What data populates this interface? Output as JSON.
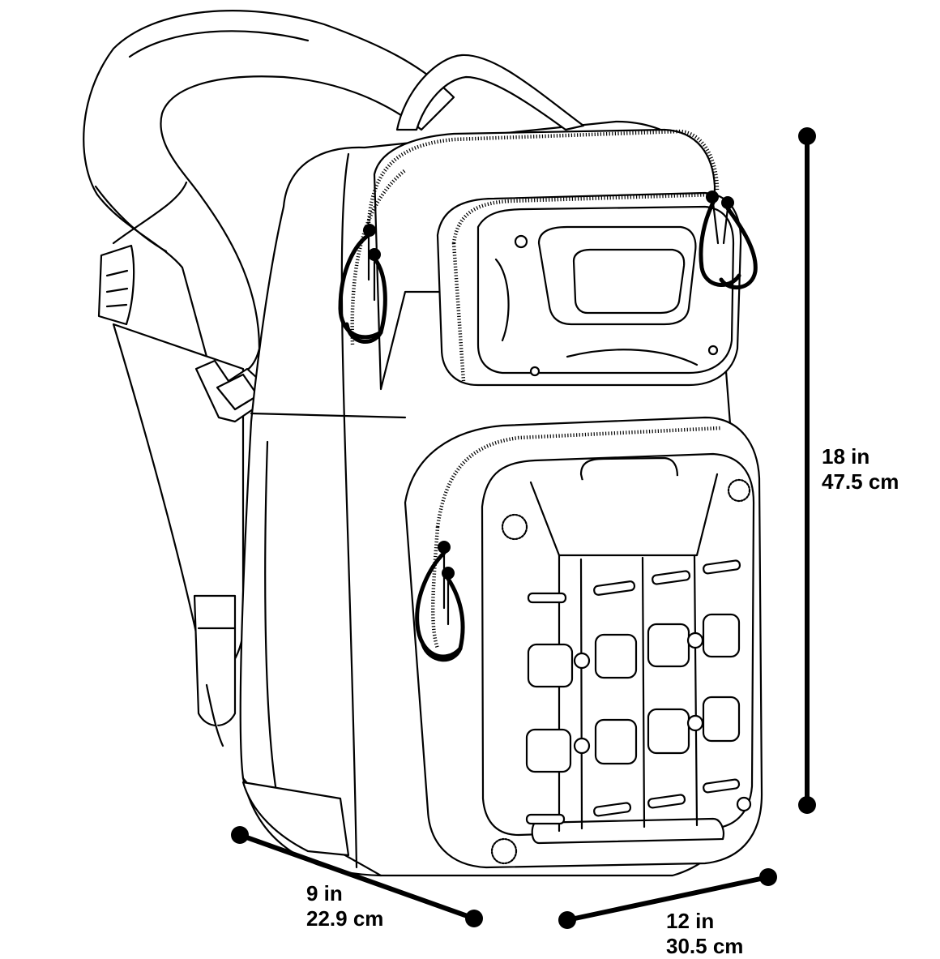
{
  "dimensions": {
    "height": {
      "imperial": "18 in",
      "metric": "47.5 cm"
    },
    "depth": {
      "imperial": "9 in",
      "metric": "22.9 cm"
    },
    "width": {
      "imperial": "12 in",
      "metric": "30.5 cm"
    }
  },
  "colors": {
    "line": "#000000",
    "background": "#ffffff"
  }
}
